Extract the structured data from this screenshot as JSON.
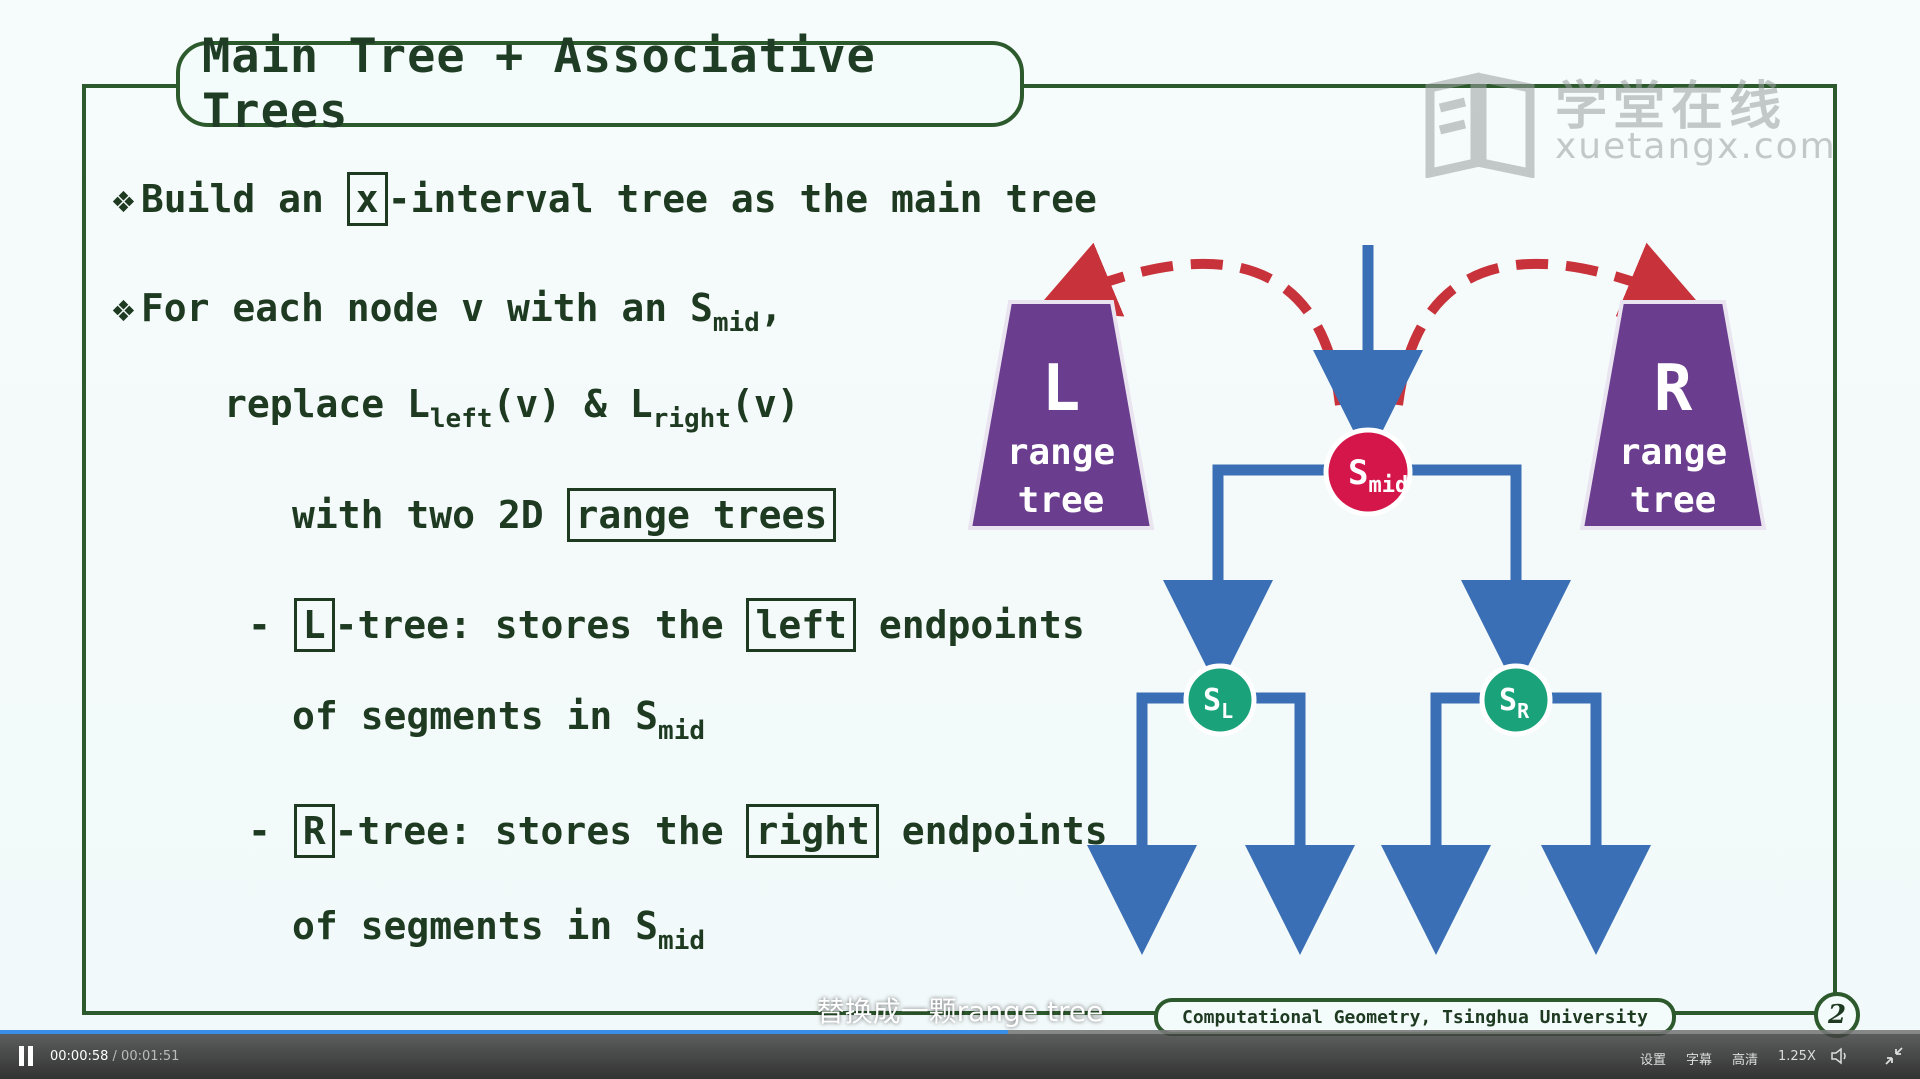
{
  "slide": {
    "title": "Main Tree + Associative Trees",
    "watermark": {
      "cn": "学堂在线",
      "en": "xuetangx.com"
    },
    "lines": [
      {
        "id": "l1",
        "pre": "Build an ",
        "box": "x",
        "post": "-interval tree as the main tree"
      },
      {
        "id": "l2",
        "text": "For each node v with an S",
        "sub": "mid",
        "post": ","
      },
      {
        "id": "l3",
        "a": "replace L",
        "sub1": "left",
        "b": "(v) & L",
        "sub2": "right",
        "c": "(v)"
      },
      {
        "id": "l4",
        "pre": "with two 2D ",
        "box": "range trees"
      },
      {
        "id": "l5",
        "dash": "- ",
        "box1": "L",
        "mid": "-tree: stores the ",
        "box2": "left",
        "post": " endpoints"
      },
      {
        "id": "l6",
        "text": "of segments in S",
        "sub": "mid"
      },
      {
        "id": "l7",
        "dash": "- ",
        "box1": "R",
        "mid": "-tree: stores the ",
        "box2": "right",
        "post": " endpoints"
      },
      {
        "id": "l8",
        "text": "of segments in S",
        "sub": "mid"
      }
    ],
    "diagram": {
      "left_tree": {
        "letter": "L",
        "word1": "range",
        "word2": "tree"
      },
      "right_tree": {
        "letter": "R",
        "word1": "range",
        "word2": "tree"
      },
      "node_mid": {
        "label": "S",
        "sub": "mid"
      },
      "node_left": {
        "label": "S",
        "sub": "L"
      },
      "node_right": {
        "label": "S",
        "sub": "R"
      },
      "colors": {
        "trapezoid": "#6a3d8f",
        "mid_node": "#d4164a",
        "child_node": "#1aa37a",
        "edges": "#3a6fb5",
        "dashed": "#c8323a"
      }
    },
    "footer": "Computational Geometry, Tsinghua University",
    "page_number": "2"
  },
  "player": {
    "subtitle": "替换成一颗range tree",
    "current_time": "00:00:58",
    "separator": " / ",
    "total_time": "00:01:51",
    "progress": 0.525,
    "settings_label": "设置",
    "captions_label": "字幕",
    "quality_label": "高清",
    "speed_label": "1.25X"
  }
}
